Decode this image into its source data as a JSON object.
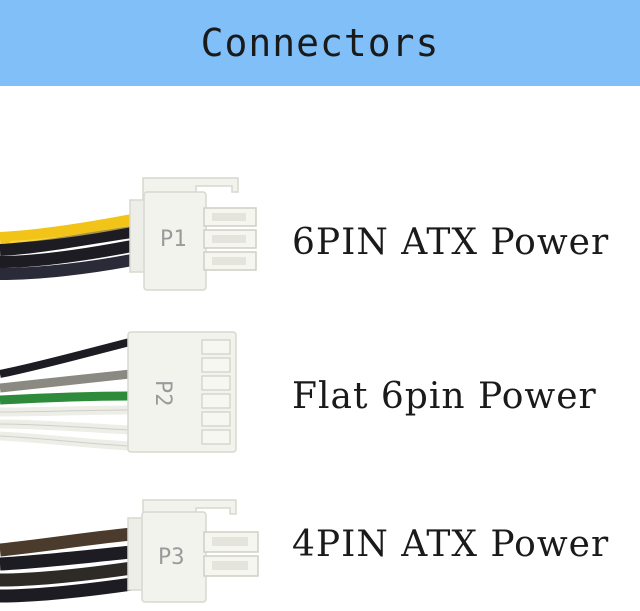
{
  "header": {
    "title": "Connectors",
    "background": "#80bff8"
  },
  "connectors": [
    {
      "pin_label": "P1",
      "name": "6PIN ATX Power",
      "icon": "6pin-atx-connector"
    },
    {
      "pin_label": "P2",
      "name": "Flat 6pin Power",
      "icon": "flat-6pin-connector"
    },
    {
      "pin_label": "P3",
      "name": "4PIN ATX Power",
      "icon": "4pin-atx-connector"
    }
  ],
  "colors": {
    "connector_body": "#f3f3ee",
    "connector_edge": "#d8d8cf",
    "wire_yellow": "#f2c418",
    "wire_black": "#1c1c22",
    "wire_green": "#2e8b3c",
    "wire_white": "#eeeeea",
    "wire_gray": "#8a8a82",
    "wire_brown": "#4a3b2c"
  }
}
